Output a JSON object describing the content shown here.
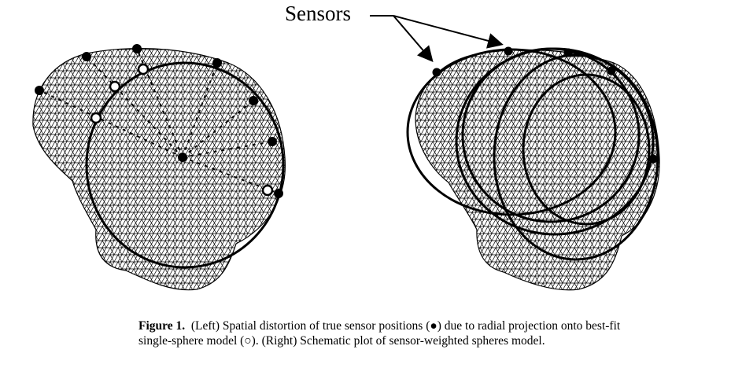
{
  "figure": {
    "annotation_label": "Sensors"
  },
  "caption": {
    "label": "Figure 1.",
    "text_before_filled": "(Left) Spatial distortion of true sensor positions (",
    "filled_marker": "●",
    "text_after_filled": ") due to radial projection onto best-fit",
    "line2_before_open": "single-sphere model (",
    "open_marker": "○",
    "line2_after_open": "). (Right) Schematic plot of sensor-weighted spheres model."
  }
}
